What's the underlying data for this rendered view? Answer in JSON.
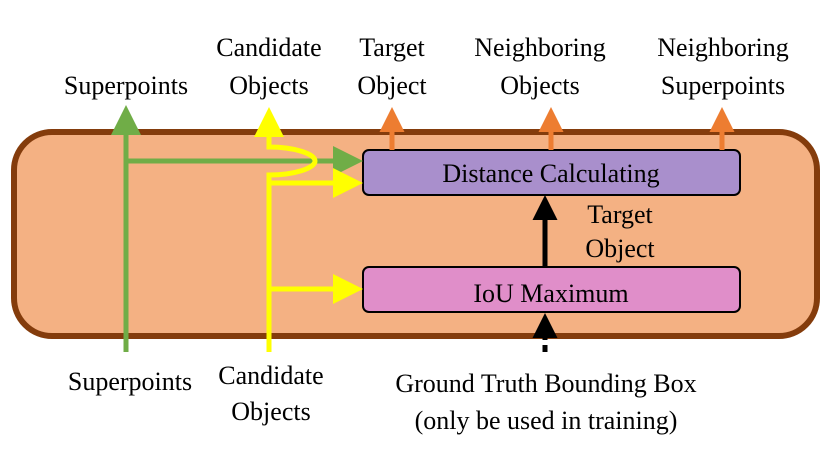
{
  "colors": {
    "container_fill": "#f4b183",
    "container_stroke": "#843c0c",
    "distance_box_fill": "#a98fcc",
    "iou_box_fill": "#e08ec9",
    "superpoints_line": "#70ad47",
    "candidate_line": "#ffff00",
    "output_arrow": "#ed7d31",
    "target_arrow": "#000000"
  },
  "modules": {
    "distance": "Distance Calculating",
    "iou": "IoU Maximum"
  },
  "outputs": {
    "superpoints": "Superpoints",
    "candidate_objects": [
      "Candidate",
      "Objects"
    ],
    "target_object": [
      "Target",
      "Object"
    ],
    "neighboring_objects": [
      "Neighboring",
      "Objects"
    ],
    "neighboring_superpoints": [
      "Neighboring",
      "Superpoints"
    ]
  },
  "inputs": {
    "superpoints": "Superpoints",
    "candidate_objects": [
      "Candidate",
      "Objects"
    ],
    "ground_truth": [
      "Ground Truth Bounding Box",
      "(only be used in training)"
    ]
  },
  "internal": {
    "target_object": [
      "Target",
      "Object"
    ]
  }
}
